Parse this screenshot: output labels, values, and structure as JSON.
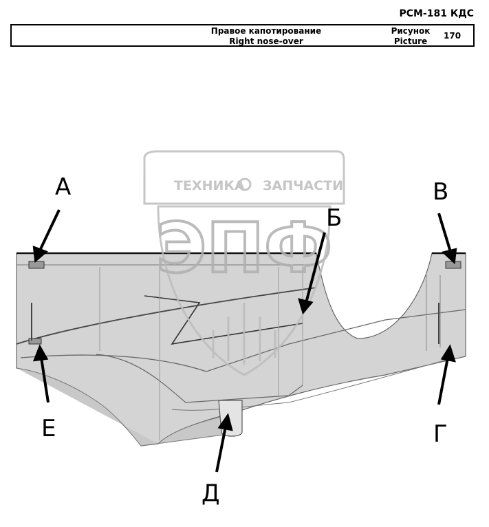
{
  "header": {
    "model_code": "РСМ-181 КДС",
    "title_ru": "Правое капотирование",
    "title_en": "Right nose-over",
    "figure_label_ru": "Рисунок",
    "figure_label_en": "Picture",
    "figure_number": "170"
  },
  "watermark": {
    "text_left": "ТЕХНИКА",
    "text_right": "ЗАПЧАСТИ",
    "logo_letters": "ЭПФ"
  },
  "callouts": {
    "a": "А",
    "b": "Б",
    "v": "В",
    "g": "Г",
    "d": "Д",
    "e": "Е"
  },
  "colors": {
    "panel_fill": "#d4d4d4",
    "panel_dark": "#b5b5b5",
    "line": "#555555",
    "watermark": "#bcbcbc"
  }
}
